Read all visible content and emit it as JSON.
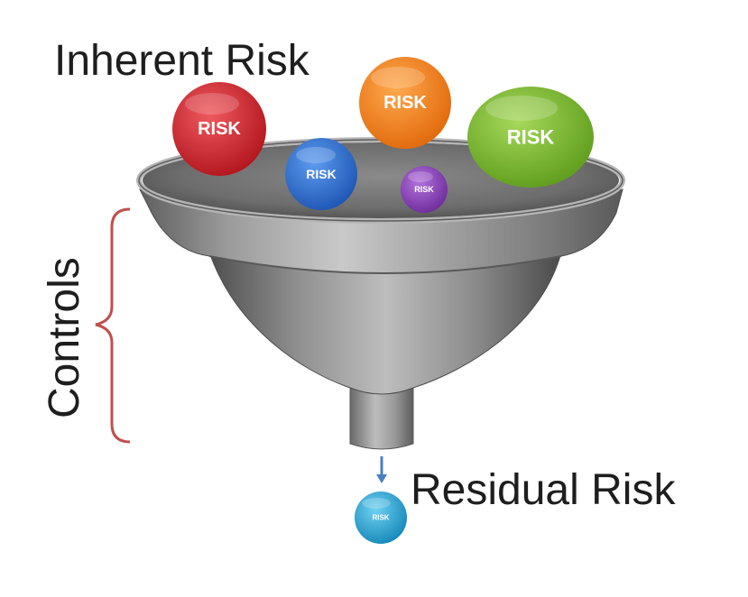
{
  "labels": {
    "inherent": "Inherent Risk",
    "controls": "Controls",
    "residual": "Residual Risk"
  },
  "bubbles": {
    "red": {
      "text": "RISK",
      "color": "#c8202a"
    },
    "blue": {
      "text": "RISK",
      "color": "#2a6fd1"
    },
    "orange": {
      "text": "RISK",
      "color": "#f07c15"
    },
    "purple": {
      "text": "RISK",
      "color": "#8a3fb8"
    },
    "green": {
      "text": "RISK",
      "color": "#7ab52c"
    },
    "cyan": {
      "text": "RISK",
      "color": "#1fa7d6"
    }
  },
  "colors": {
    "bracket": "#c0504d",
    "arrow": "#4a7fc2"
  }
}
